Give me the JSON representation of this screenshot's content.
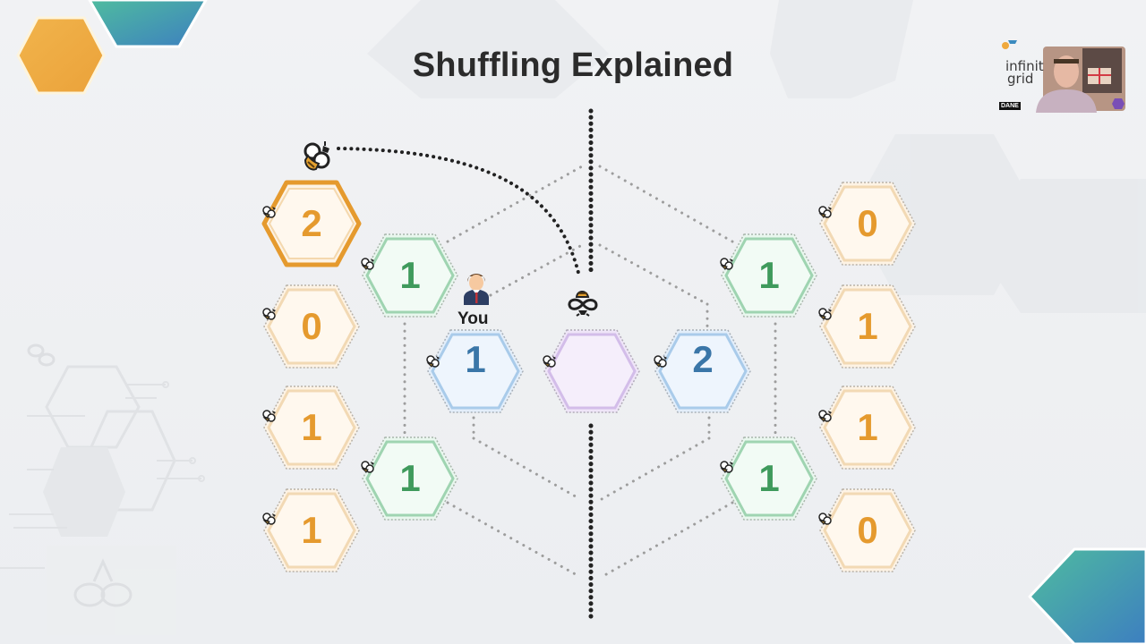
{
  "slide": {
    "title": "Shuffling Explained",
    "you_label": "You",
    "colors": {
      "background": "#eef0f2",
      "title_text": "#2b2b2b",
      "orange_accent": "#e59a2e",
      "orange_fill": "#fdf3e5",
      "green_accent": "#3f9a5c",
      "green_fill": "#e9f7ee",
      "blue_accent": "#3a76a8",
      "blue_fill": "#e3eefa",
      "purple_fill": "#efe5f8",
      "dotted_line_gray": "#9a9a9a",
      "dotted_line_dark": "#222222",
      "corner_orange": "#efae42",
      "corner_teal_start": "#4fbc9f",
      "corner_blue_end": "#3d7fc0"
    },
    "left_column": [
      {
        "value": "2",
        "highlighted": true
      },
      {
        "value": "0"
      },
      {
        "value": "1"
      },
      {
        "value": "1"
      }
    ],
    "left_inner": [
      {
        "value": "1"
      },
      {
        "value": "1"
      }
    ],
    "center_row": [
      {
        "value": "1",
        "role": "you"
      },
      {
        "value": "",
        "role": "center-empty"
      },
      {
        "value": "2"
      }
    ],
    "right_inner": [
      {
        "value": "1"
      },
      {
        "value": "1"
      }
    ],
    "right_column": [
      {
        "value": "0"
      },
      {
        "value": "1"
      },
      {
        "value": "1"
      },
      {
        "value": "0"
      }
    ],
    "icons": {
      "moving_bee": "bee-icon",
      "center_bee": "infinity-bee-icon",
      "person": "person-icon",
      "small_bee": "bee-icon"
    },
    "webcam_overlay": {
      "logo_line1": "infinit",
      "logo_line2": "grid",
      "name_tag": "DANE"
    }
  }
}
